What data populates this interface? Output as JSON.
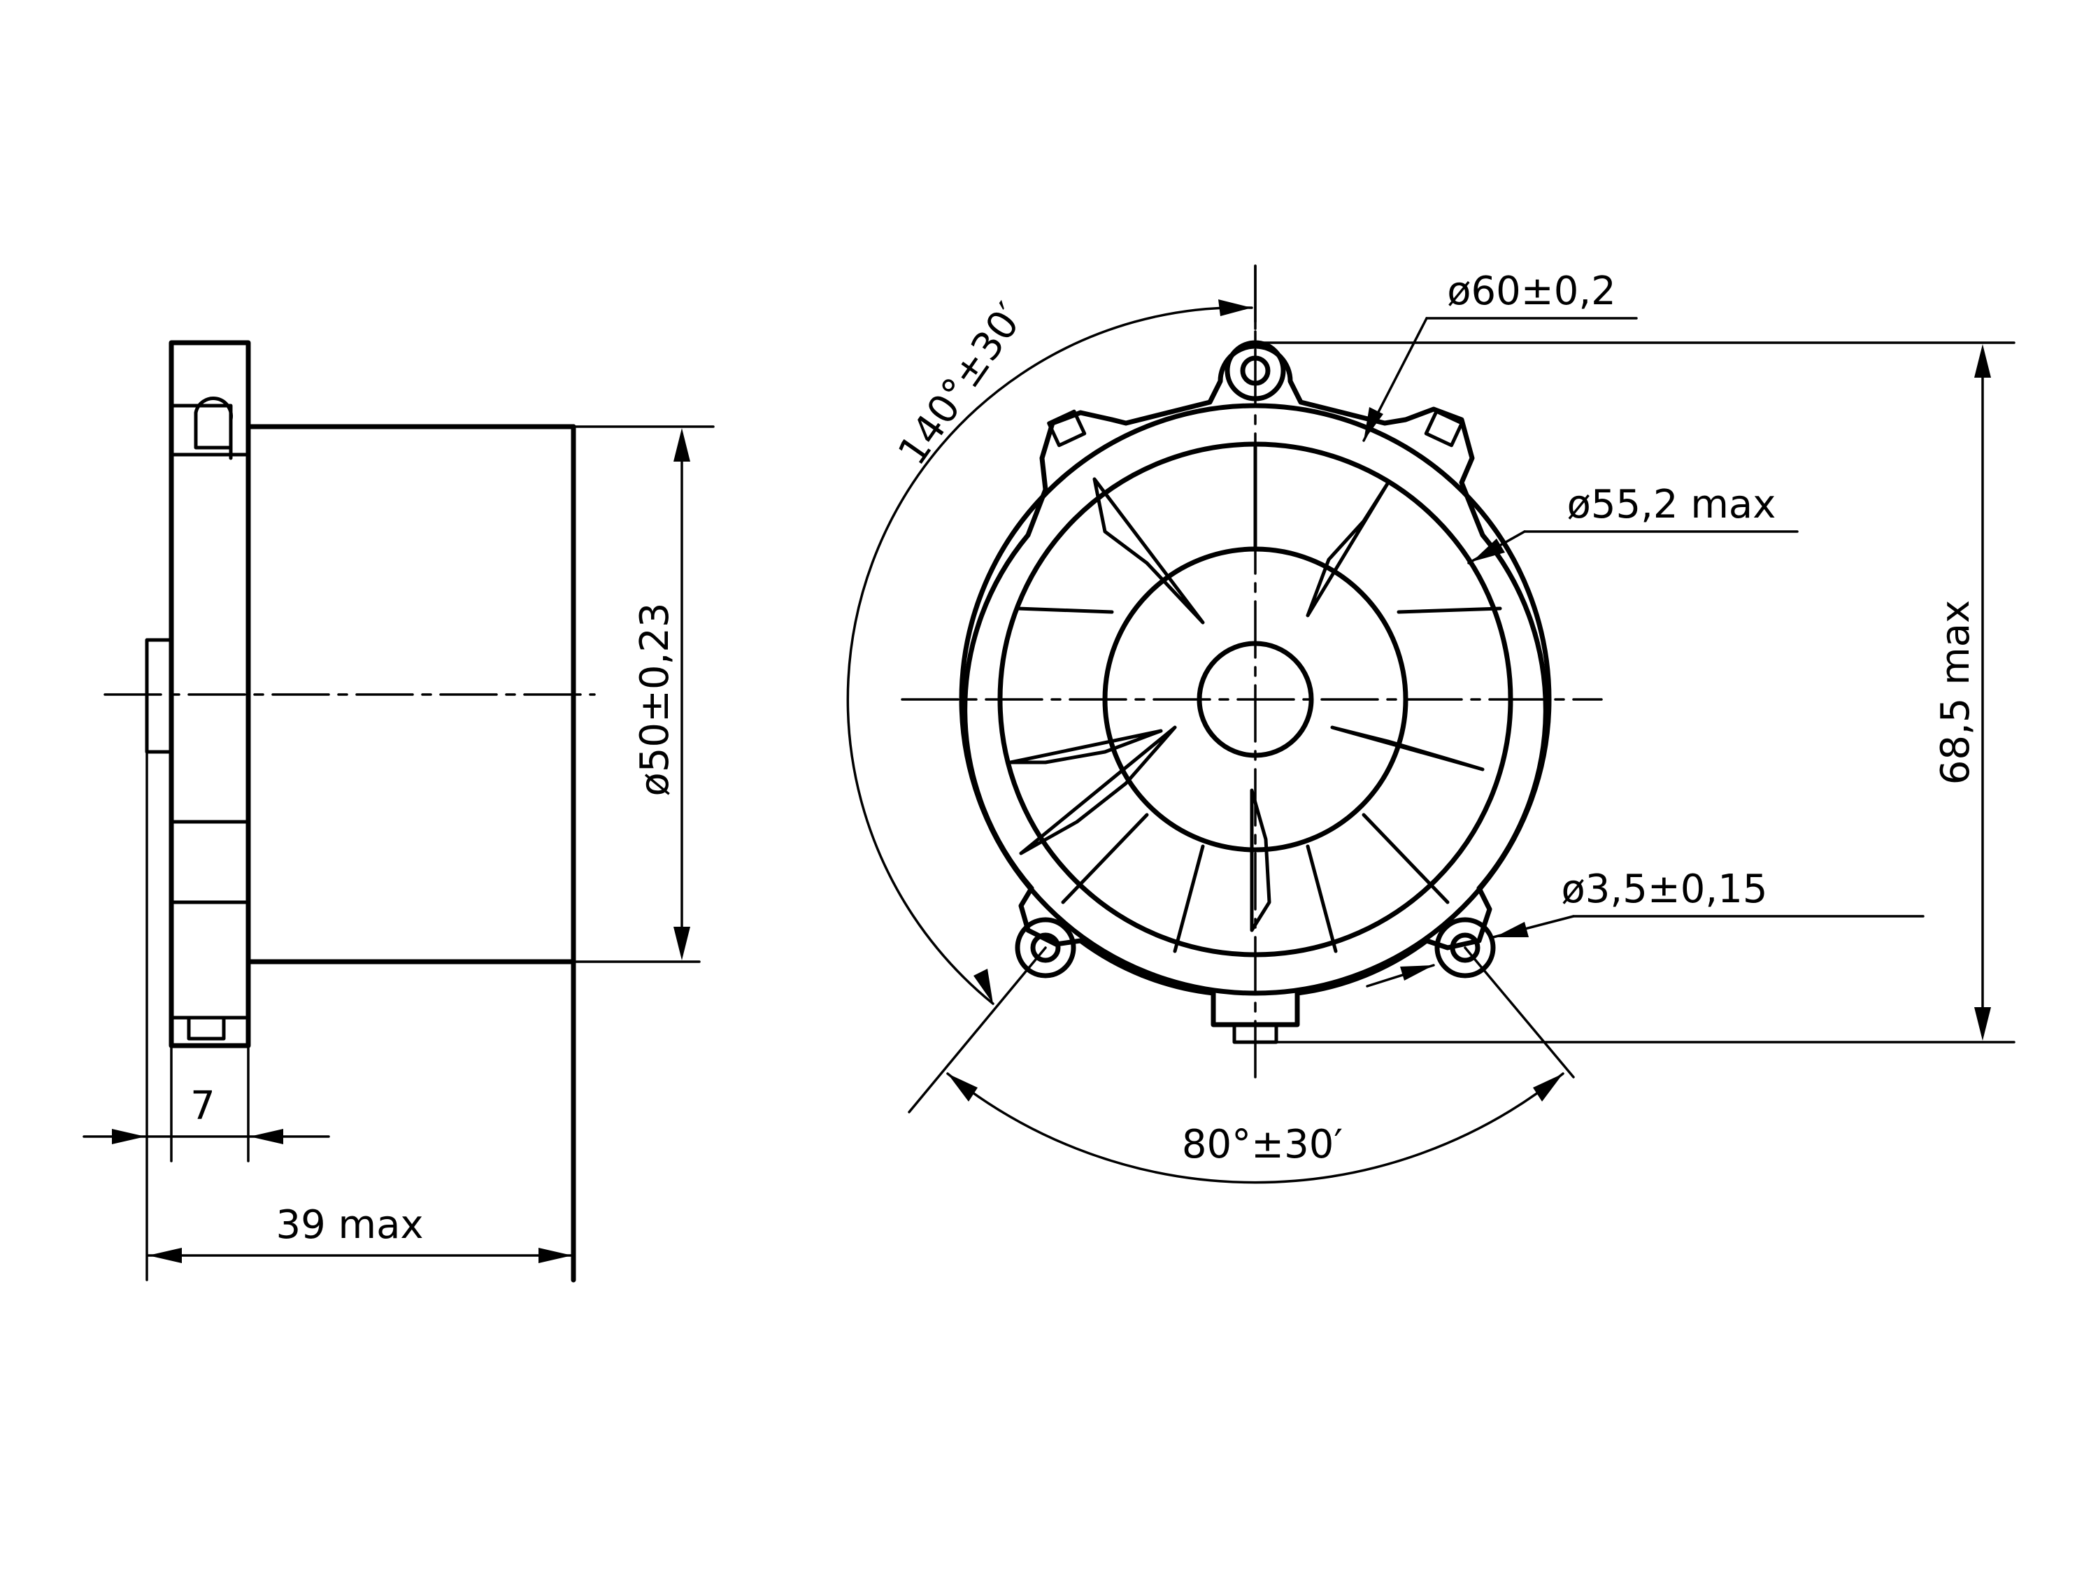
{
  "colors": {
    "line": "#000000",
    "background": "#ffffff"
  },
  "dimensions": {
    "left_view": {
      "diameter": "ø50±0,23",
      "thickness": "7",
      "length": "39 max"
    },
    "front_view": {
      "angle_top": "140°±30′",
      "diameter_mount": "ø60±0,2",
      "diameter_body": "ø55,2 max",
      "hole_diameter": "ø3,5±0,15",
      "height": "68,5 max",
      "angle_bottom": "80°±30′"
    }
  }
}
